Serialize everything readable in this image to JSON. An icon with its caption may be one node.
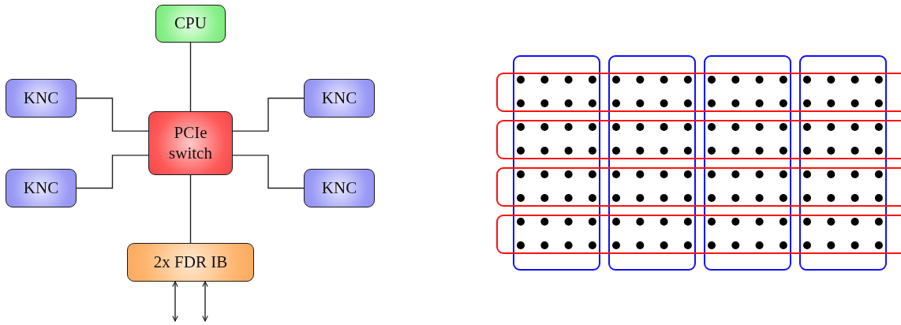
{
  "diagram": {
    "nodes": [
      {
        "text": [
          "CPU"
        ]
      },
      {
        "text": [
          "KNC"
        ]
      },
      {
        "text": [
          "KNC"
        ]
      },
      {
        "text": [
          "PCIe switch"
        ]
      },
      {
        "text": [
          "KNC"
        ]
      },
      {
        "text": [
          "KNC"
        ]
      },
      {
        "text": [
          "2x FDR IB"
        ]
      }
    ],
    "edges": [
      {
        "from": 0,
        "to": 3,
        "arrow": "none"
      },
      {
        "from": 1,
        "to": 3,
        "arrow": "none"
      },
      {
        "from": 2,
        "to": 3,
        "arrow": "none"
      },
      {
        "from": 4,
        "to": 3,
        "arrow": "none"
      },
      {
        "from": 5,
        "to": 3,
        "arrow": "none"
      },
      {
        "from": 3,
        "to": 6,
        "arrow": "none"
      },
      {
        "from": 6,
        "to": null,
        "arrow": "both"
      },
      {
        "from": 6,
        "to": null,
        "arrow": "both"
      }
    ]
  }
}
